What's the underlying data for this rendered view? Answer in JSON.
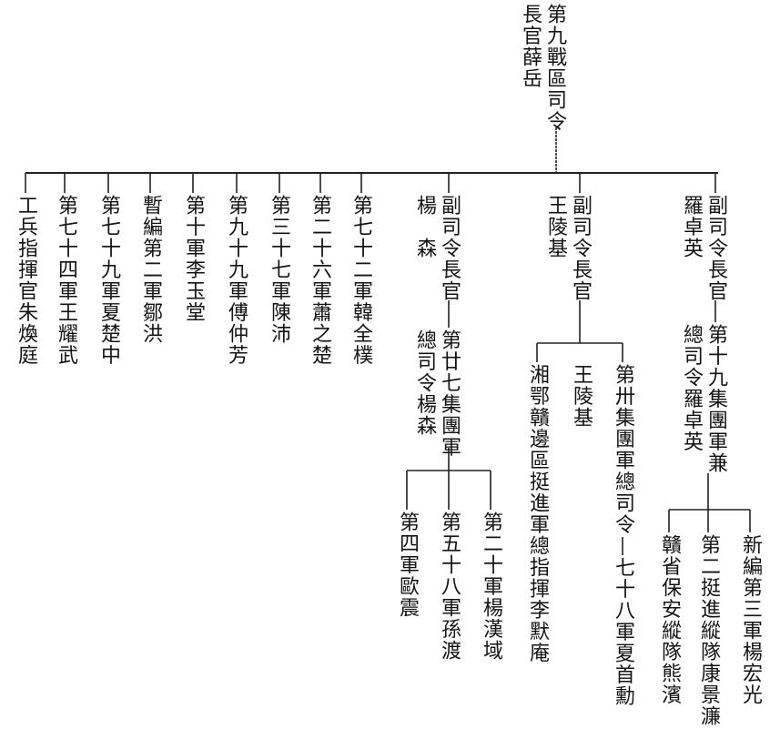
{
  "root": {
    "title": "第九戰區司令",
    "commander": "長官薛岳"
  },
  "direct_units": [
    {
      "label": "第七十二軍韓全樸"
    },
    {
      "label": "第二十六軍蕭之楚"
    },
    {
      "label": "第三十七軍陳沛"
    },
    {
      "label": "第九十九軍傅仲芳"
    },
    {
      "label": "第十軍李玉堂"
    },
    {
      "label": "暫編第二軍鄒洪"
    },
    {
      "label": "第七十九軍夏楚中"
    },
    {
      "label": "第七十四軍王耀武"
    },
    {
      "label": "工兵指揮官朱煥庭"
    }
  ],
  "deputies": [
    {
      "title": "副司令長官",
      "name": "楊　森",
      "group_army": "第廿七集團軍",
      "group_commander": "總司令楊森",
      "units": [
        {
          "label": "第二十軍楊漢域"
        },
        {
          "label": "第五十八軍孫渡"
        },
        {
          "label": "第四軍歐震"
        }
      ]
    },
    {
      "title": "副司令長官",
      "name": "王陵基",
      "units": [
        {
          "label": "第卅集團軍總司令",
          "sub": "七十八軍夏首勳"
        },
        {
          "label": "王陵基"
        },
        {
          "label": "湘鄂贛邊區挺進軍總指揮李默庵"
        }
      ]
    },
    {
      "title": "副司令長官",
      "name": "羅卓英",
      "group_army": "第十九集團軍兼",
      "group_commander": "總司令羅卓英",
      "units": [
        {
          "label": "新編第三軍楊宏光"
        },
        {
          "label": "第二挺進縱隊康景濂"
        },
        {
          "label": "贛省保安縱隊熊濱"
        }
      ]
    }
  ]
}
